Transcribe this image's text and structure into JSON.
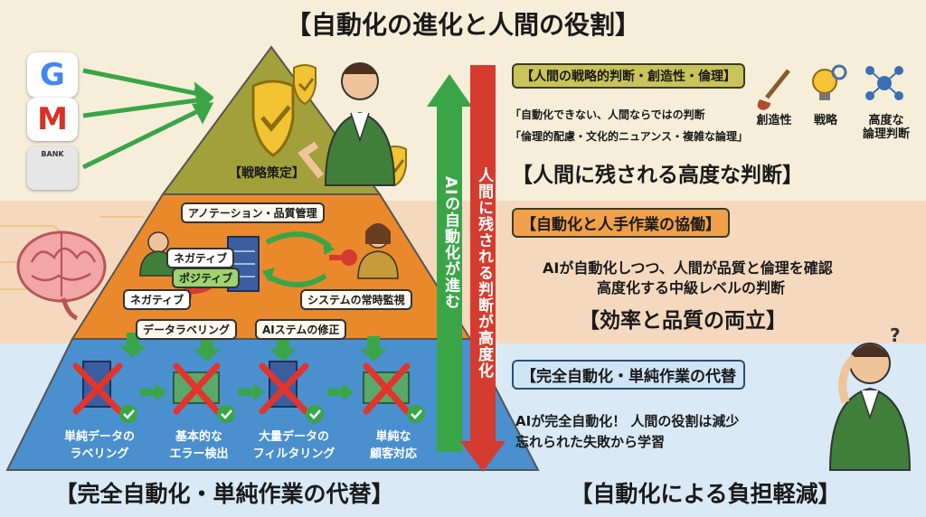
{
  "title": "【自動化の進化と人間の役割】",
  "pyramid": {
    "top": {
      "label": "【戦略策定】"
    },
    "middle": {
      "label": "アノテーション・品質管理",
      "tags": [
        "ネガティブ",
        "ポジティブ",
        "ネガティブ"
      ],
      "monitor": "システムの常時監視",
      "labeling": "データラベリング",
      "correction": "AIステムの修正"
    },
    "bottom": {
      "tasks": [
        {
          "line1": "単純データの",
          "line2": "ラベリング"
        },
        {
          "line1": "基本的な",
          "line2": "エラー検出"
        },
        {
          "line1": "大量データの",
          "line2": "フィルタリング"
        },
        {
          "line1": "単純な",
          "line2": "顧客対応"
        }
      ]
    }
  },
  "arrows": {
    "up": "AIの自動化が進む",
    "down": "人間に残される判断が高度化"
  },
  "right": {
    "top": {
      "header": "【人間の戦略的判断・創造性・倫理】",
      "line1": "「自動化できない、人間ならではの判断",
      "line2": "「倫理的配慮・文化的ニュアンス・複雑な論理」",
      "big": "【人間に残される高度な判断】",
      "icons": [
        {
          "name": "brush-icon",
          "label": "創造性"
        },
        {
          "name": "lightbulb-gear-icon",
          "label": "戦略"
        },
        {
          "name": "network-icon",
          "label": "高度な\n論理判断"
        }
      ]
    },
    "middle": {
      "header": "【自動化と人手作業の協働】",
      "line1": "AIが自動化しつつ、人間が品質と倫理を確認",
      "line2": "高度化する中級レベルの判断",
      "big": "【効率と品質の両立】"
    },
    "bottom": {
      "header": "【完全自動化・単純作業の代替",
      "line1": "AIが完全自動化！ 人間の役割は減少",
      "line2": "忘れられた失敗から学習"
    }
  },
  "bottom_left": "【完全自動化・単純作業の代替】",
  "bottom_right": "【自動化による負担軽減】",
  "left_icons": [
    {
      "name": "google-g-icon",
      "letter": "G"
    },
    {
      "name": "gmail-m-icon",
      "letter": "M"
    },
    {
      "name": "bank-icon",
      "letter": "BANK"
    }
  ],
  "colors": {
    "top_tier": "#a2a03a",
    "middle_tier": "#e9892c",
    "bottom_tier": "#4a8fce",
    "up_arrow": "#3aa547",
    "down_arrow": "#d63b2f",
    "cross": "#e2342b"
  }
}
